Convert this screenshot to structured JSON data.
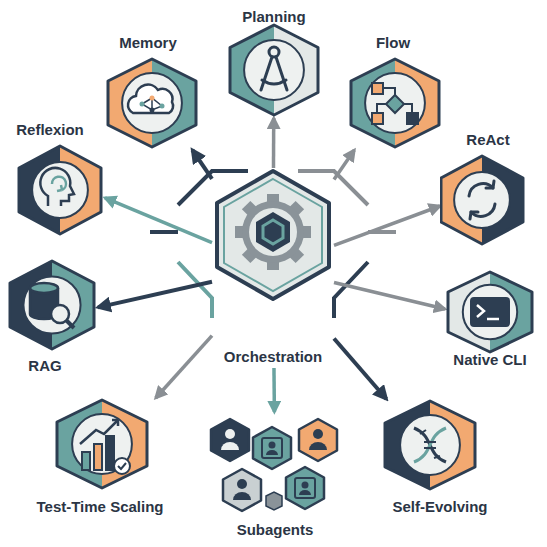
{
  "diagram": {
    "nodes": [
      {
        "text": [
          "Planning"
        ]
      },
      {
        "text": [
          "Memory"
        ]
      },
      {
        "text": [
          "Flow"
        ]
      },
      {
        "text": [
          "Reflexion"
        ]
      },
      {
        "text": [
          "ReAct"
        ]
      },
      {
        "text": [
          "Orchestration"
        ]
      },
      {
        "text": [
          "RAG"
        ]
      },
      {
        "text": [
          "Native CLI"
        ]
      },
      {
        "text": [
          "Test-Time Scaling"
        ]
      },
      {
        "text": [
          "Self-Evolving"
        ]
      },
      {
        "text": [
          "Subagents"
        ]
      }
    ],
    "edges": [
      {
        "from": 5,
        "to": 0,
        "arrow": "to"
      },
      {
        "from": 5,
        "to": 1,
        "arrow": "to"
      },
      {
        "from": 5,
        "to": 2,
        "arrow": "to"
      },
      {
        "from": 5,
        "to": 3,
        "arrow": "to"
      },
      {
        "from": 5,
        "to": 4,
        "arrow": "to"
      },
      {
        "from": 5,
        "to": 6,
        "arrow": "to"
      },
      {
        "from": 5,
        "to": 7,
        "arrow": "to"
      },
      {
        "from": 5,
        "to": 8,
        "arrow": "to"
      },
      {
        "from": 5,
        "to": 9,
        "arrow": "to"
      },
      {
        "from": 5,
        "to": 10,
        "arrow": "to"
      }
    ]
  }
}
